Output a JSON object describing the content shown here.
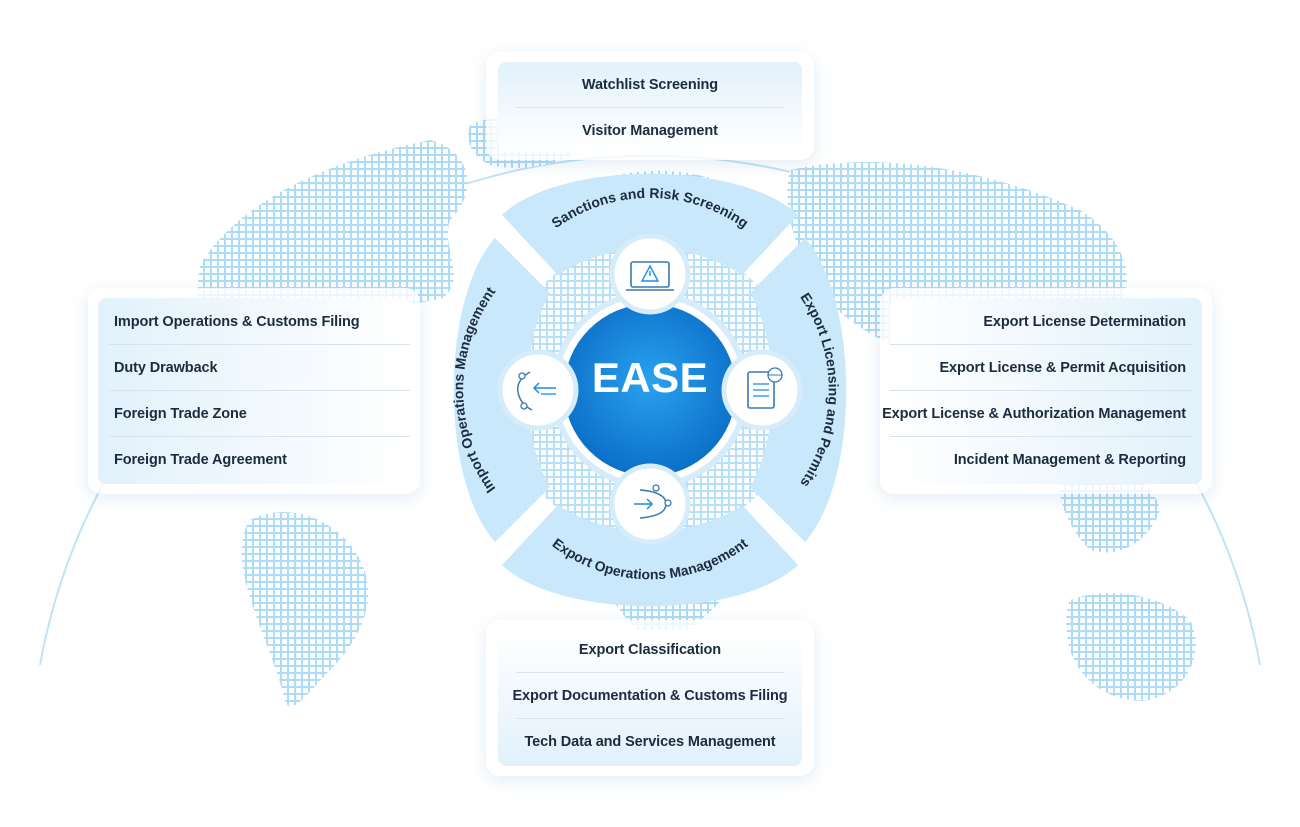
{
  "hub": {
    "title": "EASE"
  },
  "segments": {
    "top": "Sanctions and Risk Screening",
    "right": "Export Licensing and Permits",
    "bottom": "Export Operations Management",
    "left": "Import Operations Management"
  },
  "panels": {
    "top": [
      "Watchlist Screening",
      "Visitor Management"
    ],
    "left": [
      "Import Operations & Customs Filing",
      "Duty Drawback",
      "Foreign Trade Zone",
      "Foreign Trade Agreement"
    ],
    "right": [
      "Export License Determination",
      "Export License & Permit Acquisition",
      "Export License & Authorization Management",
      "Incident Management & Reporting"
    ],
    "bottom": [
      "Export Classification",
      "Export Documentation & Customs Filing",
      "Tech Data and Services Management"
    ]
  },
  "icons": {
    "top": "laptop-warning-icon",
    "right": "document-globe-icon",
    "bottom": "export-flow-icon",
    "left": "import-flow-icon"
  },
  "colors": {
    "hub": "#1a8fe3",
    "hub_dark": "#0b6fc8",
    "segment": "#c9e8fb",
    "globe_grid": "#9fd6f6",
    "text": "#1d2b3f"
  }
}
